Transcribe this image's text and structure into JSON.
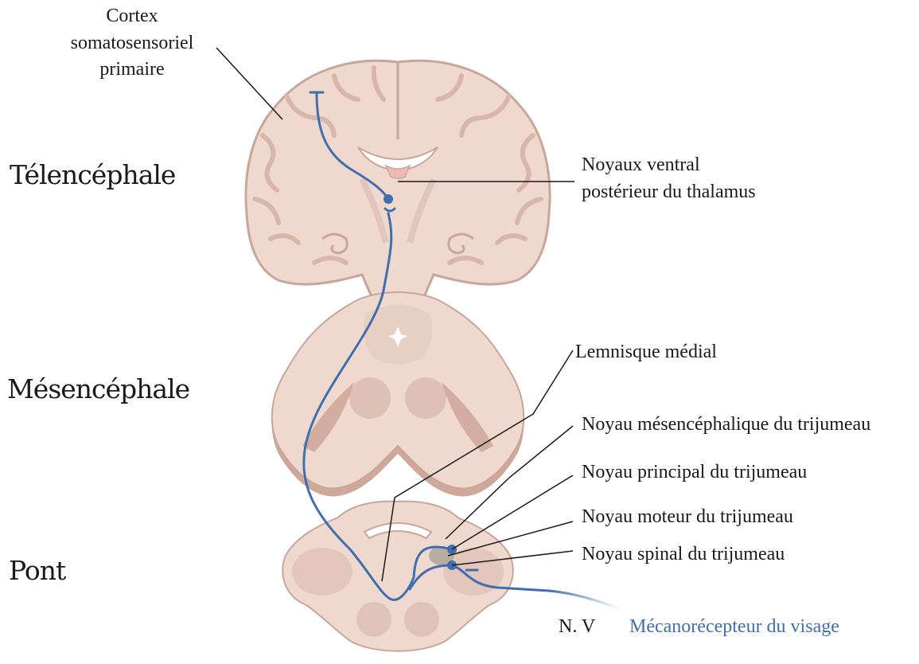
{
  "regions": {
    "telencephale": "Télencéphale",
    "mesencephale": "Mésencéphale",
    "pont": "Pont"
  },
  "labels": {
    "cortex_line1": "Cortex",
    "cortex_line2": "somatosensoriel",
    "cortex_line3": "primaire",
    "thalamus_line1": "Noyaux ventral",
    "thalamus_line2": "postérieur du thalamus",
    "lemnisque": "Lemnisque médial",
    "noyau_mesencephalique": "Noyau mésencéphalique du trijumeau",
    "noyau_principal": "Noyau principal du trijumeau",
    "noyau_moteur": "Noyau moteur du trijumeau",
    "noyau_spinal": "Noyau spinal du trijumeau",
    "nerf": "N. V",
    "mecanorecepteur": "Mécanorécepteur du visage"
  },
  "colors": {
    "pathway": "#3f6fae",
    "tissue": "#efd9cf",
    "tissue_edge": "#c9a59a",
    "sulcus": "#d8b7aa",
    "leader": "#1a1a1a"
  }
}
